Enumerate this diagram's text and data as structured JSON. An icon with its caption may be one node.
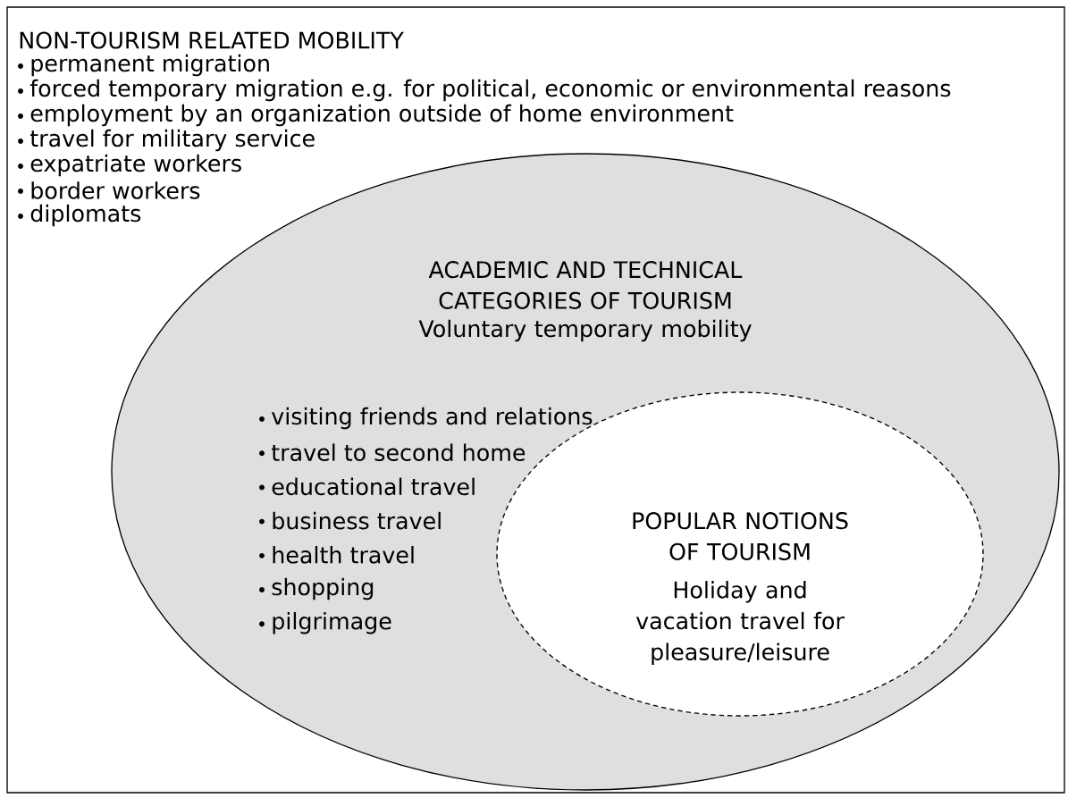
{
  "diagram": {
    "nodes": [
      {
        "text": [
          "NON-TOURISM RELATED MOBILITY",
          "permanent migration",
          "forced temporary migration e.g. for political, economic or environmental reasons",
          "employment by an organization outside of home environment",
          "travel for military service",
          "expatriate workers",
          "border workers",
          "diplomats"
        ]
      },
      {
        "text": [
          "ACADEMIC AND TECHNICAL CATEGORIES OF TOURISM",
          "Voluntary temporary mobility",
          "visiting friends and relations",
          "travel to second home",
          "educational travel",
          "business travel",
          "health travel",
          "shopping",
          "pilgrimage"
        ],
        "in": 0
      },
      {
        "text": [
          "POPULAR NOTIONS OF TOURISM",
          "Holiday and vacation travel for pleasure/leisure"
        ],
        "in": 1
      }
    ]
  }
}
